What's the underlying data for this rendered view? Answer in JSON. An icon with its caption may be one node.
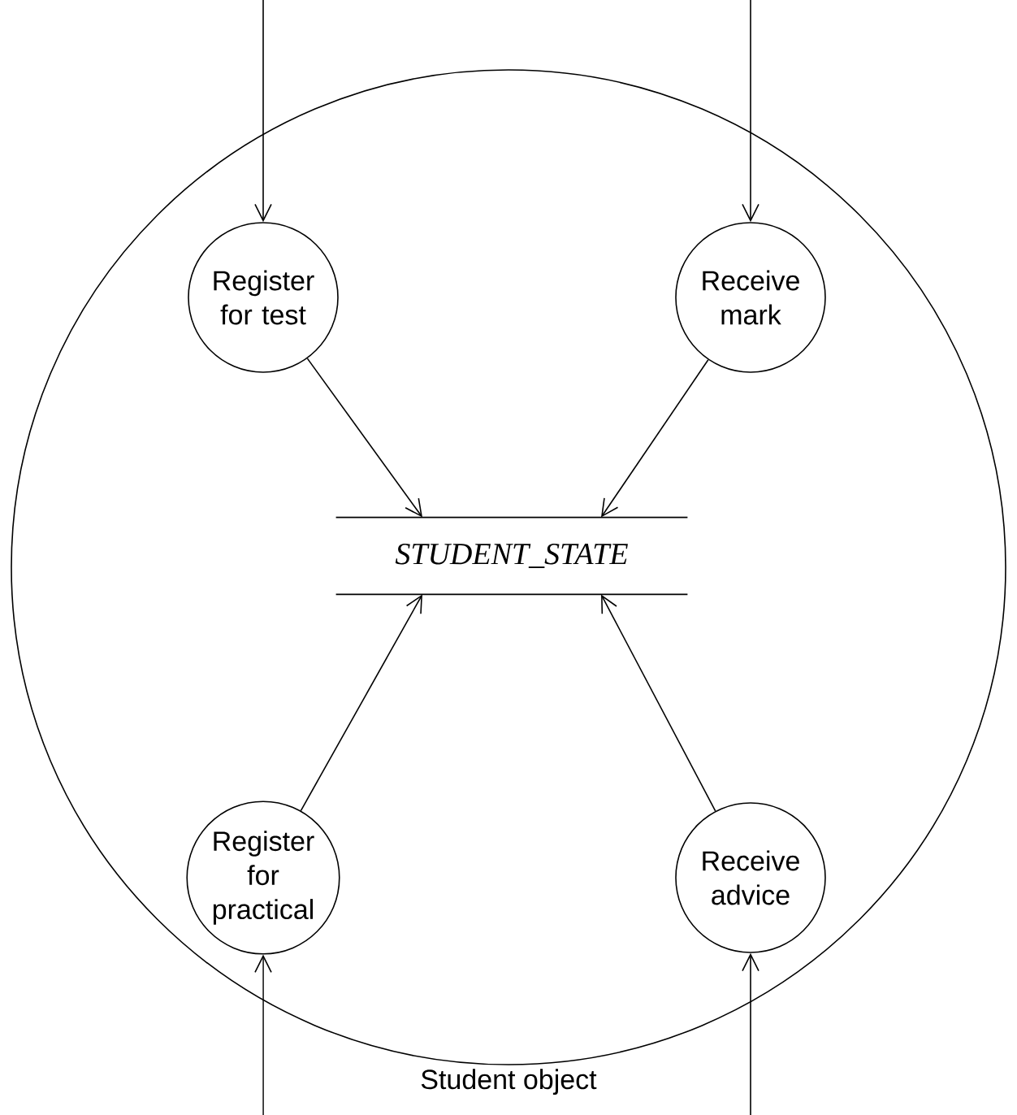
{
  "diagram": {
    "nodes": [
      {
        "text": [
          "Student object"
        ]
      },
      {
        "text": [
          "Register for test"
        ],
        "in": 0
      },
      {
        "text": [
          "Receive mark"
        ],
        "in": 0
      },
      {
        "text": [
          "STUDENT_STATE"
        ],
        "in": 0
      },
      {
        "text": [
          "Register for practical"
        ],
        "in": 0
      },
      {
        "text": [
          "Receive advice"
        ],
        "in": 0
      }
    ],
    "edges": [
      {
        "from": null,
        "to": 1,
        "arrow": "to"
      },
      {
        "from": null,
        "to": 2,
        "arrow": "to"
      },
      {
        "from": 1,
        "to": 3,
        "arrow": "to"
      },
      {
        "from": 2,
        "to": 3,
        "arrow": "to"
      },
      {
        "from": 4,
        "to": 3,
        "arrow": "to"
      },
      {
        "from": 5,
        "to": 3,
        "arrow": "to"
      },
      {
        "from": null,
        "to": 4,
        "arrow": "to"
      },
      {
        "from": null,
        "to": 5,
        "arrow": "to"
      }
    ]
  }
}
